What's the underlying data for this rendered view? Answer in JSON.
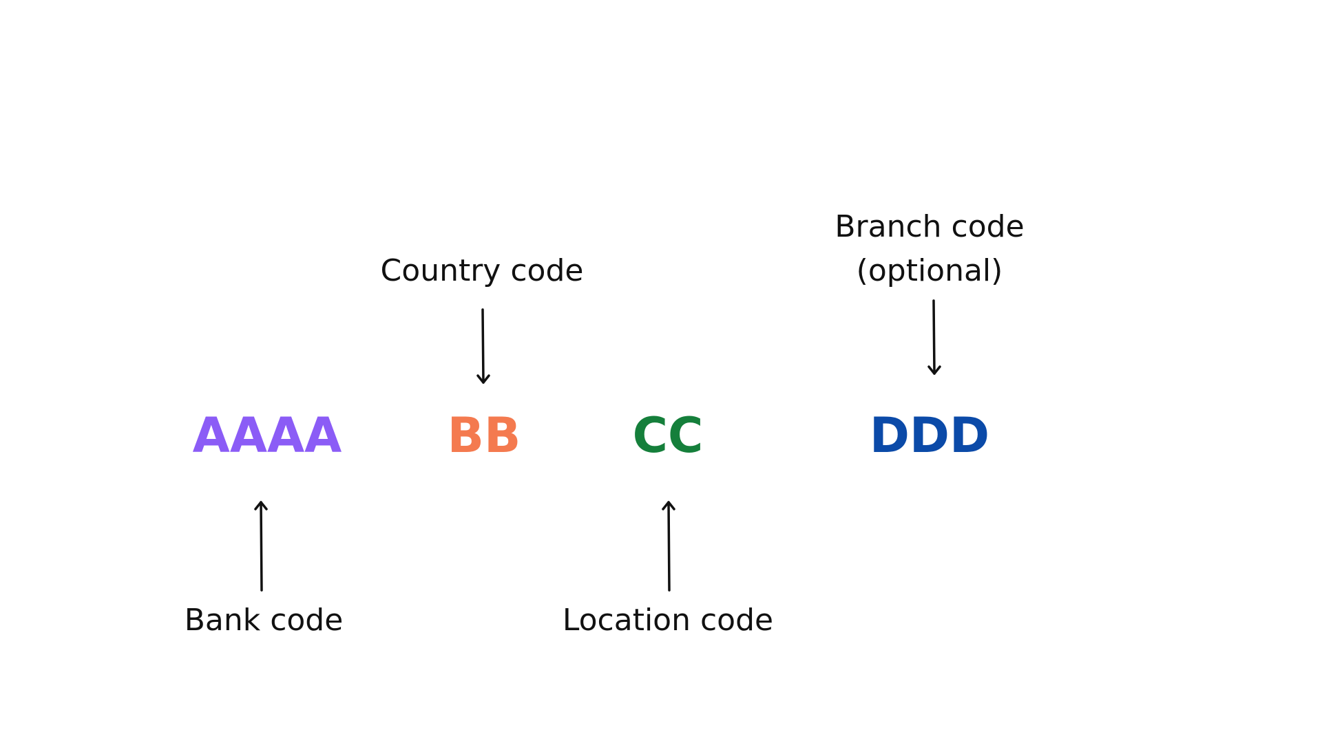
{
  "codes": {
    "bank": {
      "text": "AAAA",
      "color": "#8b5cf6"
    },
    "country": {
      "text": "BB",
      "color": "#f47a4f"
    },
    "location": {
      "text": "CC",
      "color": "#157f3b"
    },
    "branch": {
      "text": "DDD",
      "color": "#0b4aa8"
    }
  },
  "labels": {
    "country": "Country code",
    "branch_line1": "Branch code",
    "branch_line2": "(optional)",
    "bank": "Bank code",
    "location": "Location code"
  },
  "icons": {
    "down_arrow": "arrow-down-icon",
    "up_arrow": "arrow-up-icon"
  }
}
